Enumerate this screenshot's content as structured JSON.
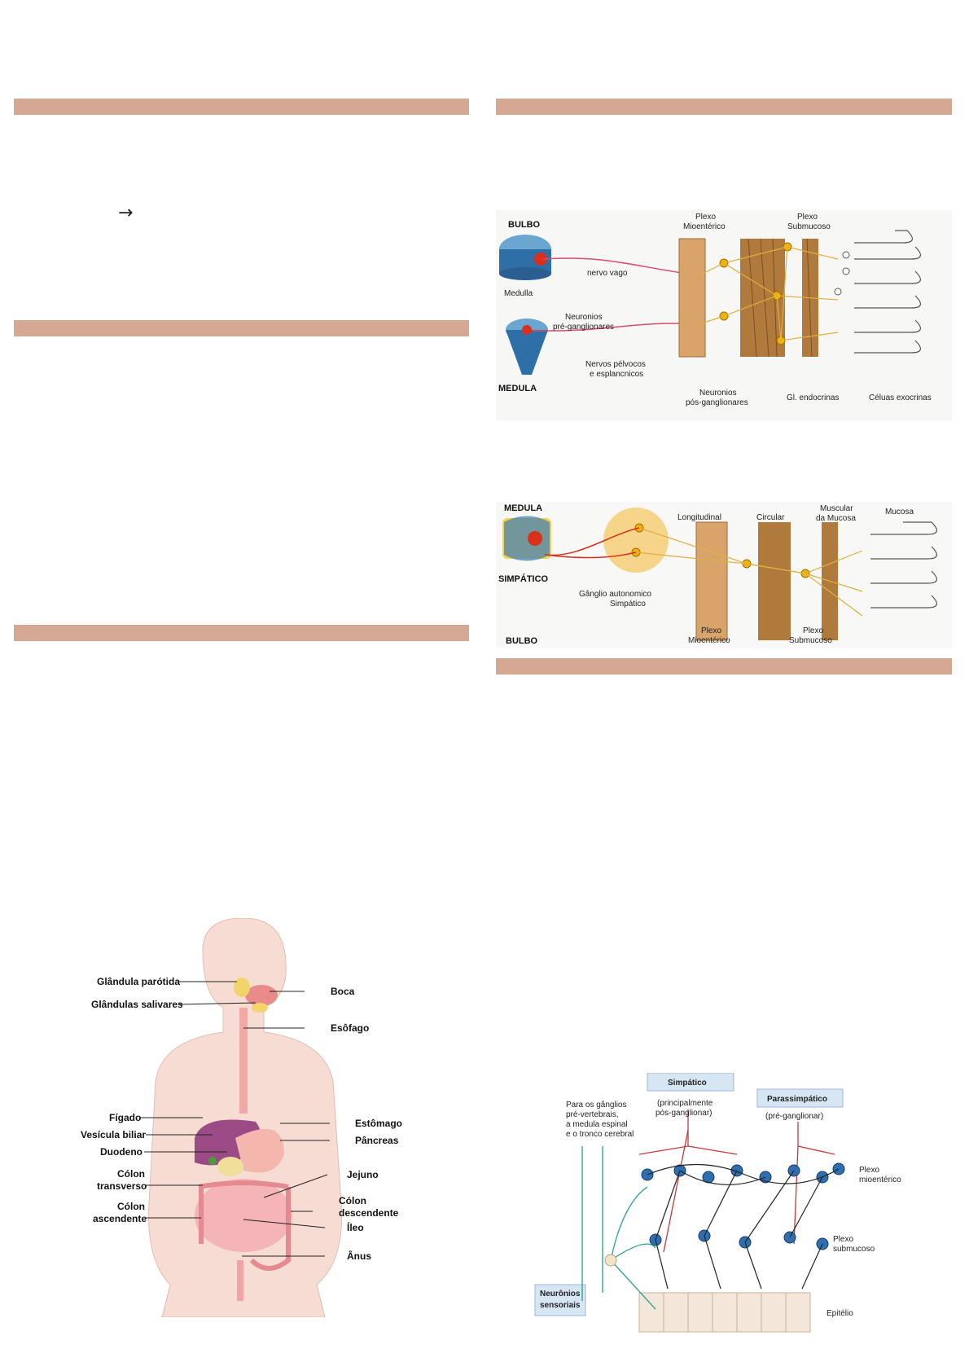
{
  "page": {
    "arrow_symbol": "→"
  },
  "fig_parasympathetic": {
    "bulbo": "BULBO",
    "medulla": "Medulla",
    "medula": "MEDULA",
    "plexo_mio": [
      "Plexo",
      "Mioentérico"
    ],
    "plexo_sub": [
      "Plexo",
      "Submucoso"
    ],
    "nervo_vago": "nervo vago",
    "neuronios_pre": [
      "Neuronios",
      "pré-ganglionares"
    ],
    "nervos_pelvicos": [
      "Nervos pélvocos",
      "e esplancnicos"
    ],
    "neuronios_pos": [
      "Neuronios",
      "pós-ganglionares"
    ],
    "gl_endocrinas": "Gl. endocrinas",
    "celulas_exocrinas": "Céluas exocrinas"
  },
  "fig_sympathetic": {
    "medula": "MEDULA",
    "simpatico": "SIMPÁTICO",
    "bulbo": "BULBO",
    "ganglio": [
      "Gânglio autonomico",
      "Simpático"
    ],
    "longitudinal": "Longitudinal",
    "circular": "Circular",
    "muscular_mucosa": [
      "Muscular",
      "da Mucosa"
    ],
    "mucosa": "Mucosa",
    "plexo_mio": [
      "Plexo",
      "Mioentérico"
    ],
    "plexo_sub": [
      "Plexo",
      "Submucoso"
    ]
  },
  "fig_digestive": {
    "glandula_parotida": "Glândula parótida",
    "glandulas_salivares": "Glândulas salivares",
    "figado": "Fígado",
    "vesicula_biliar": "Vesícula biliar",
    "duodeno": "Duodeno",
    "colon_transverso": [
      "Cólon",
      "transverso"
    ],
    "colon_ascendente": [
      "Cólon",
      "ascendente"
    ],
    "boca": "Boca",
    "esofago": "Esôfago",
    "estomago": "Estômago",
    "pancreas": "Pâncreas",
    "jejuno": "Jejuno",
    "colon_descendente": [
      "Cólon",
      "descendente"
    ],
    "ileo": "Íleo",
    "anus": "Ânus"
  },
  "fig_enteric": {
    "simpatico": "Simpático",
    "simpatico_note": [
      "(principalmente",
      "pós-ganglionar)"
    ],
    "parassimpatico": "Parassimpático",
    "parassimpatico_note": "(pré-ganglionar)",
    "para_ganglios": [
      "Para os gânglios",
      "pré-vertebrais,",
      "a medula espinal",
      "e o tronco cerebral"
    ],
    "plexo_mio": [
      "Plexo",
      "mioentérico"
    ],
    "plexo_sub": [
      "Plexo",
      "submucoso"
    ],
    "epitelio": "Epitélio",
    "neuronios_sensoriais": [
      "Neurônios",
      "sensoriais"
    ]
  }
}
